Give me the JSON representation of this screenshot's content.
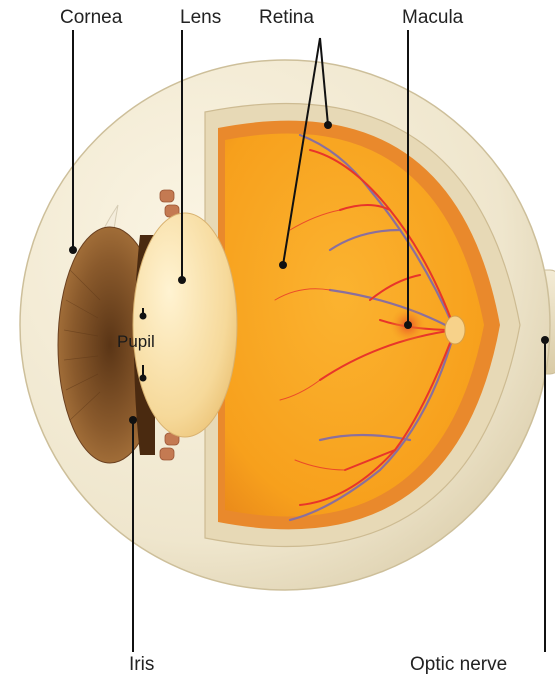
{
  "labels": {
    "cornea": "Cornea",
    "lens": "Lens",
    "retina": "Retina",
    "macula": "Macula",
    "pupil": "Pupil",
    "iris": "Iris",
    "optic_nerve": "Optic nerve"
  },
  "colors": {
    "sclera": "#efe6cd",
    "vitreous": "#f7a31c",
    "retina_layer": "#f0922a",
    "vessel_artery": "#e8352a",
    "vessel_vein": "#8a6f9e",
    "iris": "#8a5a2c",
    "lens": "#f7e3b0",
    "leader_line": "#111111"
  }
}
